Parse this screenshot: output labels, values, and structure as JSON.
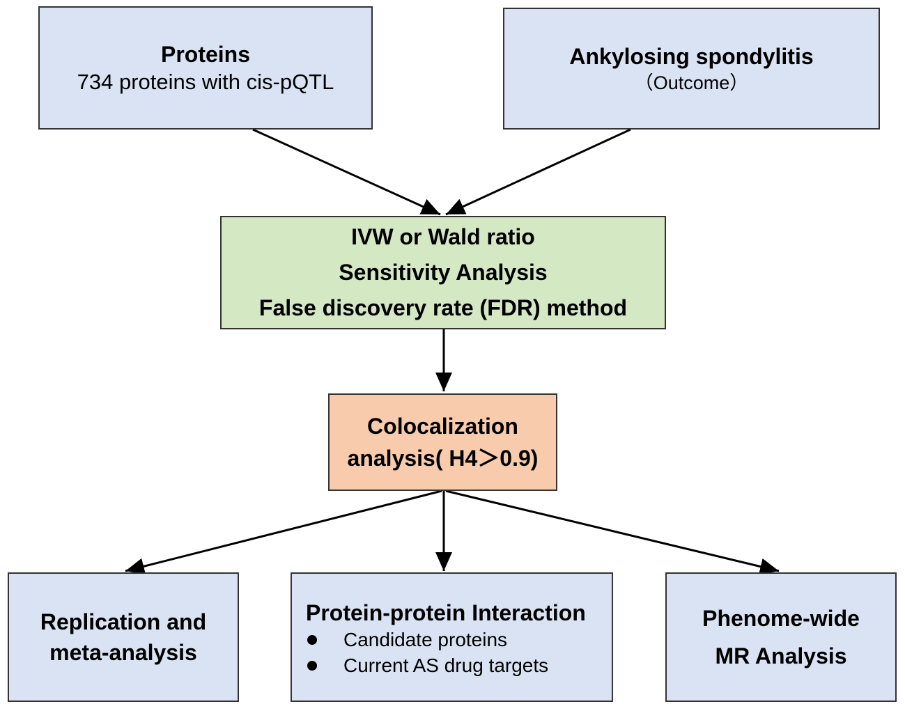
{
  "proteins": {
    "title": "Proteins",
    "subtitle": "734 proteins with cis-pQTL"
  },
  "outcome": {
    "title": "Ankylosing spondylitis",
    "subtitle": "（Outcome）"
  },
  "methods": {
    "lines": [
      "IVW or Wald ratio",
      "Sensitivity Analysis",
      "False discovery rate (FDR) method"
    ]
  },
  "colocalization": {
    "lines": [
      "Colocalization",
      "analysis( H4＞0.9)"
    ]
  },
  "replication": {
    "lines": [
      "Replication and",
      "meta-analysis"
    ]
  },
  "ppi": {
    "title": "Protein-protein Interaction",
    "items": [
      "Candidate proteins",
      "Current AS drug targets"
    ]
  },
  "phewas": {
    "lines": [
      "Phenome-wide",
      "MR Analysis"
    ]
  },
  "colors": {
    "blue_box": "#dae3f3",
    "green_box": "#d4e8c4",
    "orange_box": "#f8cbad",
    "border": "#333333",
    "arrow": "#000000"
  }
}
